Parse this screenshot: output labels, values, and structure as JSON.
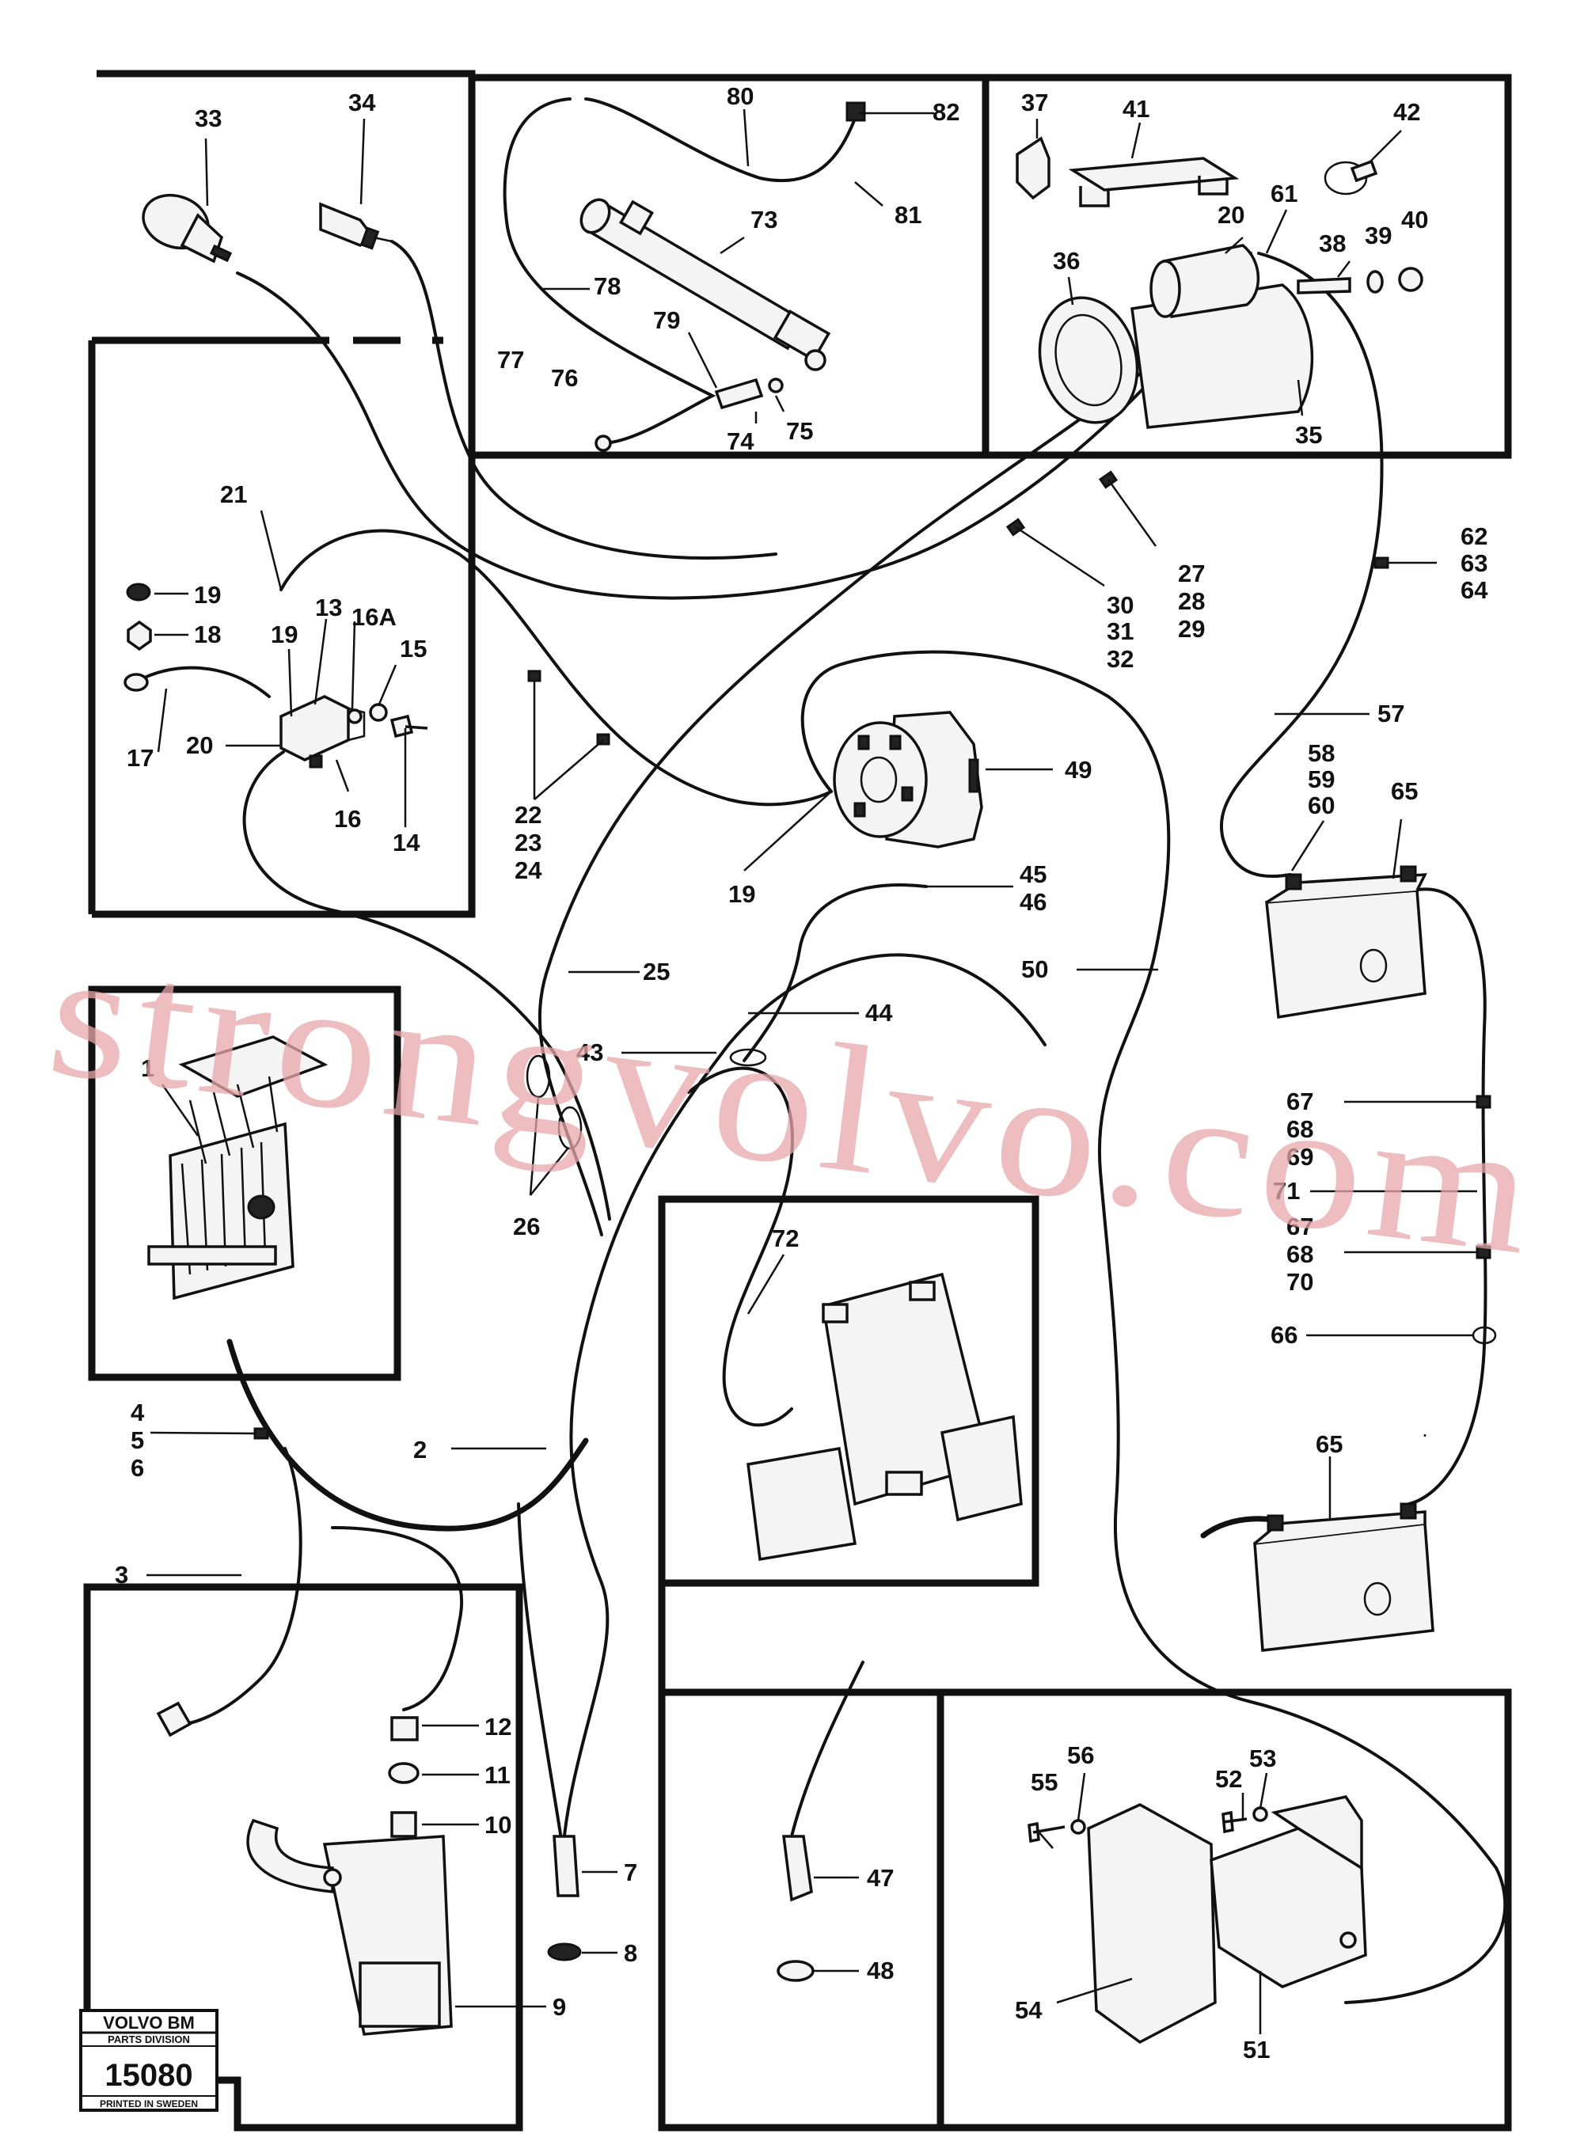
{
  "watermark": "strongvolvo.com",
  "stamp": {
    "brand": "VOLVO BM",
    "division": "PARTS DIVISION",
    "number": "15080",
    "printed": "PRINTED IN SWEDEN"
  },
  "labels": {
    "l1": "1",
    "l2": "2",
    "l3": "3",
    "l4": "4",
    "l5": "5",
    "l6": "6",
    "l7": "7",
    "l8": "8",
    "l9": "9",
    "l10": "10",
    "l11": "11",
    "l12": "12",
    "l13": "13",
    "l14": "14",
    "l15": "15",
    "l16": "16",
    "l16a": "16A",
    "l17": "17",
    "l18": "18",
    "l19a": "19",
    "l19b": "19",
    "l19c": "19",
    "l20a": "20",
    "l20b": "20",
    "l21": "21",
    "l22": "22",
    "l23": "23",
    "l24": "24",
    "l25": "25",
    "l26": "26",
    "l27": "27",
    "l28": "28",
    "l29": "29",
    "l30": "30",
    "l31": "31",
    "l32": "32",
    "l33": "33",
    "l34": "34",
    "l35": "35",
    "l36": "36",
    "l37": "37",
    "l38": "38",
    "l39": "39",
    "l40": "40",
    "l41": "41",
    "l42": "42",
    "l43": "43",
    "l44": "44",
    "l45": "45",
    "l46": "46",
    "l47": "47",
    "l48": "48",
    "l49": "49",
    "l50": "50",
    "l51": "51",
    "l52": "52",
    "l53": "53",
    "l54": "54",
    "l55": "55",
    "l56": "56",
    "l57": "57",
    "l58": "58",
    "l59": "59",
    "l60": "60",
    "l61": "61",
    "l62": "62",
    "l63": "63",
    "l64": "64",
    "l65a": "65",
    "l65b": "65",
    "l66": "66",
    "l67a": "67",
    "l68a": "68",
    "l69": "69",
    "l67b": "67",
    "l68b": "68",
    "l70": "70",
    "l71": "71",
    "l72": "72",
    "l73": "73",
    "l74": "74",
    "l75": "75",
    "l76": "76",
    "l77": "77",
    "l78": "78",
    "l79": "79",
    "l80": "80",
    "l81": "81",
    "l82": "82"
  }
}
